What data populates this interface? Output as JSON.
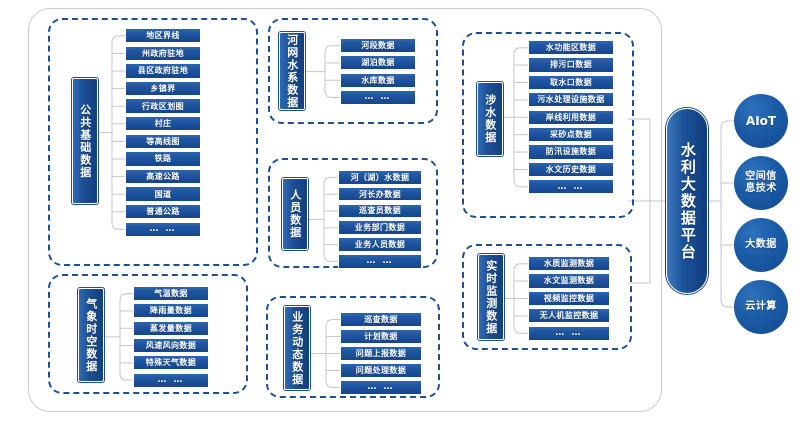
{
  "platform": {
    "label": "水利大数据平台"
  },
  "tech_circles": [
    {
      "label": "AIoT",
      "latin": true
    },
    {
      "label": "空间信息技术",
      "latin": false
    },
    {
      "label": "大数据",
      "latin": false
    },
    {
      "label": "云计算",
      "latin": false
    }
  ],
  "groups": [
    {
      "id": "public-basic-data",
      "category": "公共基础数据",
      "items": [
        "地区界线",
        "州政府驻地",
        "县区政府驻地",
        "乡镇界",
        "行政区划图",
        "村庄",
        "等高线图",
        "铁路",
        "高速公路",
        "国道",
        "普通公路",
        "…  …"
      ]
    },
    {
      "id": "meteorological-spatiotemporal-data",
      "category": "气象时空数据",
      "items": [
        "气温数据",
        "降雨量数据",
        "蒸发量数据",
        "风速风向数据",
        "特殊天气数据",
        "…  …"
      ]
    },
    {
      "id": "river-network-water-system-data",
      "category": "河网水系数据",
      "items": [
        "河段数据",
        "湖泊数据",
        "水库数据",
        "…  …"
      ]
    },
    {
      "id": "personnel-data",
      "category": "人员数据",
      "items": [
        "河（湖）水数据",
        "河长办数据",
        "巡查员数据",
        "业务部门数据",
        "业务人员数据",
        "…  …"
      ]
    },
    {
      "id": "business-dynamic-data",
      "category": "业务动态数据",
      "items": [
        "巡查数据",
        "计划数据",
        "问题上报数据",
        "问题处理数据",
        "…  …"
      ]
    },
    {
      "id": "water-related-data",
      "category": "涉水数据",
      "items": [
        "水功能区数据",
        "排污口数据",
        "取水口数据",
        "污水处理设施数据",
        "岸线利用数据",
        "采砂点数据",
        "防汛设施数据",
        "水文历史数据",
        "…  …"
      ]
    },
    {
      "id": "realtime-monitoring-data",
      "category": "实时监测数据",
      "items": [
        "水质监测数据",
        "水文监测数据",
        "视频监控数据",
        "无人机监控数据",
        "…  …"
      ]
    }
  ],
  "colors": {
    "brand_blue": "#1d4f93",
    "item_blue": "#1f55a0",
    "frame_gray": "#c9c9d4",
    "connector_gray": "#b9bcc9"
  }
}
